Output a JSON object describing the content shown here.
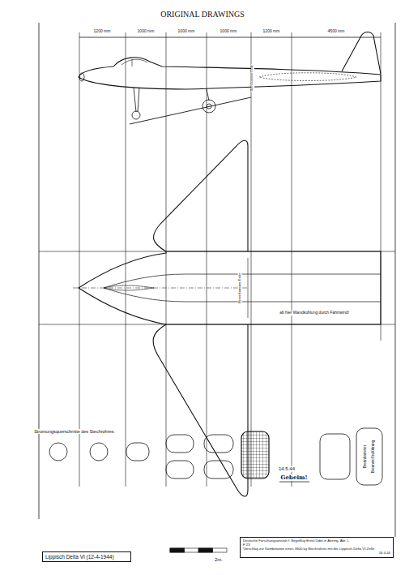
{
  "diagram": {
    "title": "ORIGINAL DRAWINGS",
    "nodes": [
      {
        "text": [
          "Lippisch Delta VI (12-4-1944)"
        ]
      },
      {
        "text": [
          "Deutsche Forschungsanstalt f. Segelflug Ernst Udet in Ainring, Abt. L",
          "F 23",
          "Vorschlag zur Kombination eines 3600 kg Stechrohres mit der Lippisch-Delta VI-Zelle",
          "16.4.44"
        ]
      }
    ],
    "edges": [],
    "labels": [
      "1200 mm",
      "1000 mm",
      "1000 mm",
      "1000 mm",
      "1200 mm",
      "4500 mm",
      "Brennkammer Ende",
      "Brennkammer Ende",
      "ab hier Wandkühlung durch Fahrtwind!",
      "Stromungsquerschnitte des Stechrohres:",
      "14.5.44",
      "Geheim!",
      "Brennkammer",
      "Brennstoffzuführung",
      "2m."
    ]
  }
}
